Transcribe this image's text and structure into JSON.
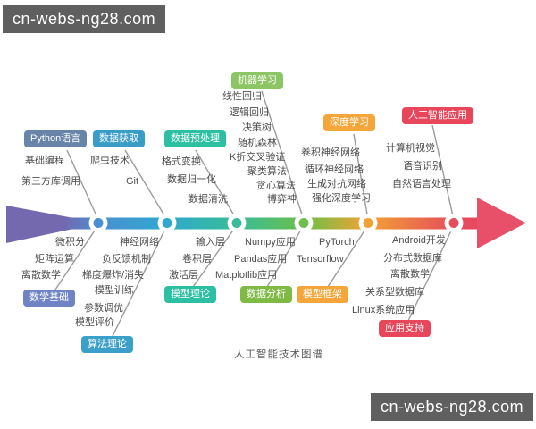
{
  "watermarks": {
    "top_left": "cn-webs-ng28.com",
    "bottom_right": "cn-webs-ng28.com"
  },
  "diagram": {
    "title": "人工智能技术图谱",
    "type": "fishbone",
    "top_branches": [
      {
        "label": "Python语言",
        "color": "#6884a8",
        "items": [
          "基础编程",
          "第三方库调用"
        ]
      },
      {
        "label": "数据获取",
        "color": "#3a9dc8",
        "items": [
          "爬虫技术",
          "Git"
        ]
      },
      {
        "label": "数据预处理",
        "color": "#2dbfa2",
        "items": [
          "格式变换",
          "数据归一化",
          "数据清洗"
        ]
      },
      {
        "label": "机器学习",
        "color": "#8cc563",
        "items": [
          "线性回归",
          "逻辑回归",
          "决策树",
          "随机森林",
          "K折交叉验证",
          "聚类算法",
          "贪心算法",
          "博弈神"
        ]
      },
      {
        "label": "深度学习",
        "color": "#f5a63a",
        "items": [
          "卷积神经网络",
          "循环神经网络",
          "生成对抗网络",
          "强化深度学习"
        ]
      },
      {
        "label": "人工智能应用",
        "color": "#e8465a",
        "items": [
          "计算机视觉",
          "语音识别",
          "自然语言处理"
        ]
      }
    ],
    "bottom_branches": [
      {
        "label": "数学基础",
        "color": "#7083c4",
        "items": [
          "微积分",
          "矩阵运算",
          "离散数学"
        ]
      },
      {
        "label": "算法理论",
        "color": "#3a9fc9",
        "items": [
          "神经网络",
          "负反馈机制",
          "梯度爆炸/消失",
          "模型训练",
          "参数调优",
          "模型评价"
        ]
      },
      {
        "label": "模型理论",
        "color": "#2dbfa2",
        "items": [
          "输入层",
          "卷积层",
          "激活层"
        ]
      },
      {
        "label": "数据分析",
        "color": "#7fba45",
        "items": [
          "Numpy应用",
          "Pandas应用",
          "Matplotlib应用"
        ]
      },
      {
        "label": "模型框架",
        "color": "#f5a63a",
        "items": [
          "PyTorch",
          "Tensorflow"
        ]
      },
      {
        "label": "应用支持",
        "color": "#e8465a",
        "items": [
          "Android开发",
          "分布式数据库",
          "离散数学",
          "关系型数据库",
          "Linux系统应用"
        ]
      }
    ],
    "spine_gradient": [
      "#7468ae",
      "#4a8fd3",
      "#2fa9cd",
      "#39bc97",
      "#6cbf4a",
      "#f2a233",
      "#e64c5c"
    ],
    "arrowhead_color": "#e8506a"
  }
}
